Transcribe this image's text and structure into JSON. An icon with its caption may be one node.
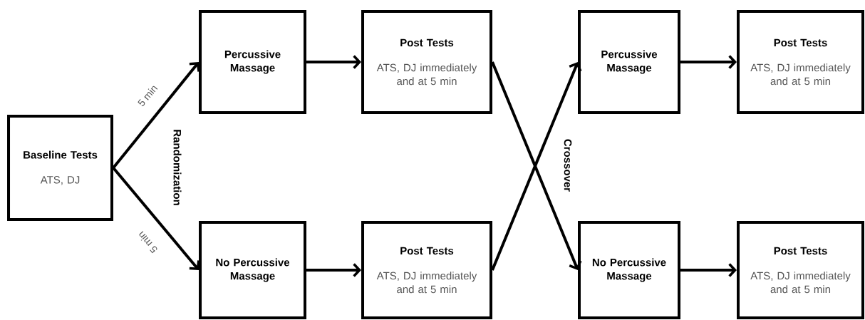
{
  "diagram": {
    "nodes": [
      {
        "text": [
          "Baseline Tests",
          "ATS, DJ"
        ]
      },
      {
        "text": [
          "Percussive Massage"
        ]
      },
      {
        "text": [
          "Post Tests",
          "ATS, DJ immediately and at 5 min"
        ]
      },
      {
        "text": [
          "No Percussive Massage"
        ]
      },
      {
        "text": [
          "Post Tests",
          "ATS, DJ immediately and at 5 min"
        ]
      },
      {
        "text": [
          "Percussive Massage"
        ]
      },
      {
        "text": [
          "Post Tests",
          "ATS, DJ immediately and at 5 min"
        ]
      },
      {
        "text": [
          "No Percussive Massage"
        ]
      },
      {
        "text": [
          "Post Tests",
          "ATS, DJ immediately and at 5 min"
        ]
      }
    ],
    "edges": [
      {
        "from": 0,
        "to": 1,
        "arrow": "to",
        "label": "5 min"
      },
      {
        "from": 0,
        "to": 3,
        "arrow": "to",
        "label": "5 min"
      },
      {
        "from": 1,
        "to": 2,
        "arrow": "to"
      },
      {
        "from": 3,
        "to": 4,
        "arrow": "to"
      },
      {
        "from": 2,
        "to": 7,
        "arrow": "to"
      },
      {
        "from": 4,
        "to": 5,
        "arrow": "to"
      },
      {
        "from": 5,
        "to": 6,
        "arrow": "to"
      },
      {
        "from": 7,
        "to": 8,
        "arrow": "to"
      }
    ],
    "labels": [
      "Randomization",
      "Crossover"
    ]
  }
}
